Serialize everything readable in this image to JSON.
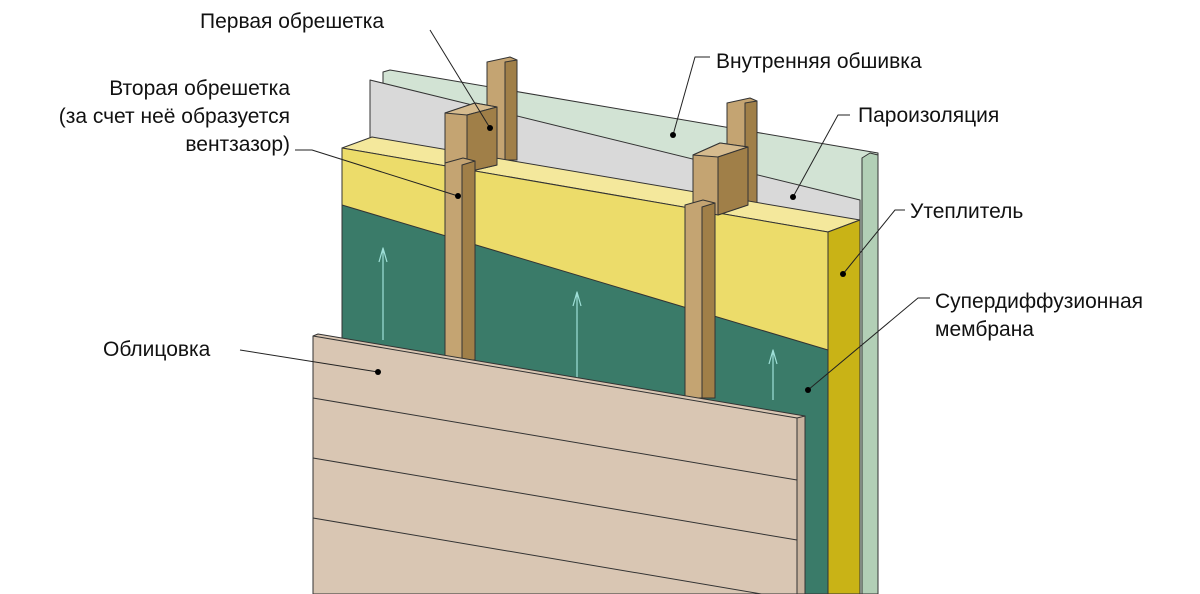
{
  "labels": {
    "first_batten": "Первая обрешетка",
    "inner_sheathing": "Внутренняя обшивка",
    "second_batten_line1": "Вторая обрешетка",
    "second_batten_line2": "(за счет неё образуется",
    "second_batten_line3": "вентзазор)",
    "vapor_barrier": "Пароизоляция",
    "insulation": "Утеплитель",
    "membrane_line1": "Супердиффузионная",
    "membrane_line2": "мембрана",
    "cladding": "Облицовка"
  },
  "colors": {
    "inner_sheathing": "#d2e3d4",
    "vapor_barrier": "#d9d9d9",
    "insulation": "#ecdc6a",
    "insulation_side": "#c9b316",
    "membrane": "#3a7b69",
    "wood": "#c4a472",
    "cladding": "#d9c6b3"
  }
}
